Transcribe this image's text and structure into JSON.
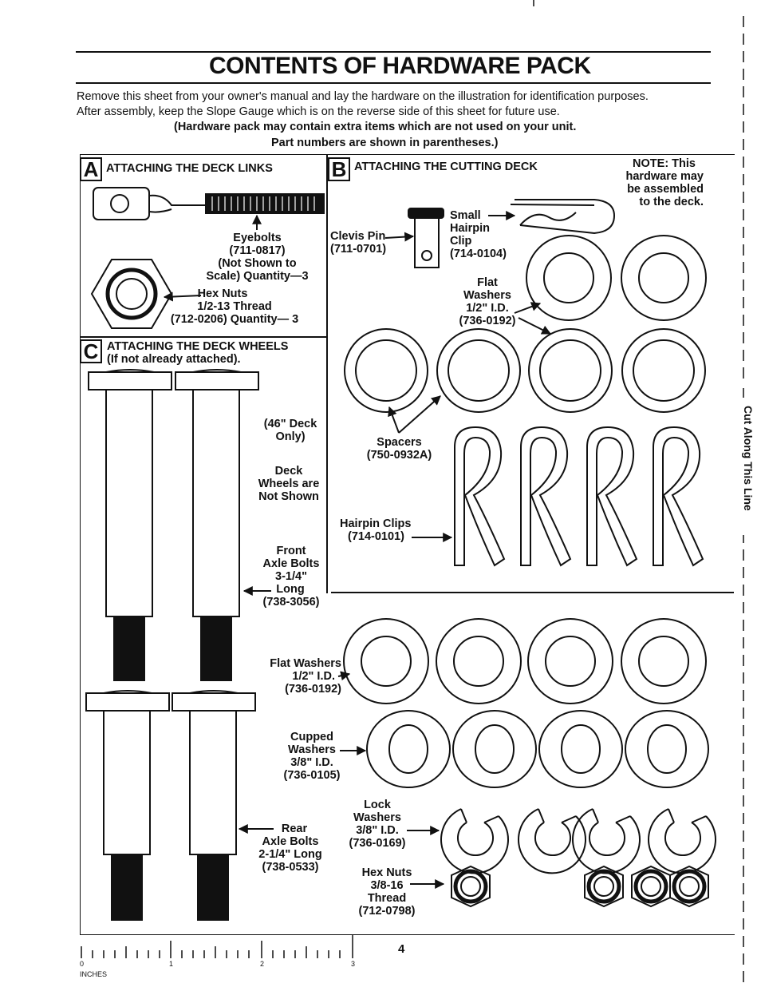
{
  "title": "CONTENTS OF HARDWARE PACK",
  "intro": {
    "line1": "Remove this sheet from your owner's manual and lay the hardware on the illustration for identification purposes.",
    "line2": "After assembly, keep the Slope Gauge which is on the reverse side of this sheet for future use.",
    "line3": "(Hardware pack may contain extra items which are not used on your unit.",
    "line4": "Part numbers are shown in parentheses.)"
  },
  "sectionA": {
    "letter": "A",
    "heading": "ATTACHING THE DECK LINKS",
    "eyebolts": {
      "l1": "Eyebolts",
      "l2": "(711-0817)",
      "l3": "(Not Shown to",
      "l4": "Scale) Quantity—3"
    },
    "hexnuts": {
      "l1": "Hex Nuts",
      "l2": "1/2-13 Thread",
      "l3": "(712-0206) Quantity— 3"
    }
  },
  "sectionB": {
    "letter": "B",
    "heading": "ATTACHING THE CUTTING DECK",
    "note": {
      "l1": "NOTE: This",
      "l2": "hardware may",
      "l3": "be assembled",
      "l4": "to the deck."
    },
    "clevis": {
      "l1": "Clevis Pin",
      "l2": "(711-0701)"
    },
    "smallclip": {
      "l1": "Small",
      "l2": "Hairpin",
      "l3": "Clip",
      "l4": "(714-0104)"
    },
    "flatwashers": {
      "l1": "Flat",
      "l2": "Washers",
      "l3": "1/2\" I.D.",
      "l4": "(736-0192)"
    },
    "spacers": {
      "l1": "Spacers",
      "l2": "(750-0932A)"
    },
    "hairpins": {
      "l1": "Hairpin Clips",
      "l2": "(714-0101)"
    }
  },
  "sectionC": {
    "letter": "C",
    "heading": "ATTACHING THE DECK WHEELS",
    "subheading": "(If not already attached).",
    "deck46": {
      "l1": "(46\" Deck",
      "l2": "Only)"
    },
    "notshown": {
      "l1": "Deck",
      "l2": "Wheels are",
      "l3": "Not Shown"
    },
    "frontaxle": {
      "l1": "Front",
      "l2": "Axle Bolts",
      "l3": "3-1/4\"",
      "l4": "Long",
      "l5": "(738-3056)"
    },
    "rearaxle": {
      "l1": "Rear",
      "l2": "Axle Bolts",
      "l3": "2-1/4\" Long",
      "l4": "(738-0533)"
    },
    "flatwashers": {
      "l1": "Flat Washers",
      "l2": "1/2\" I.D.",
      "l3": "(736-0192)"
    },
    "cupped": {
      "l1": "Cupped",
      "l2": "Washers",
      "l3": "3/8\" I.D.",
      "l4": "(736-0105)"
    },
    "lock": {
      "l1": "Lock",
      "l2": "Washers",
      "l3": "3/8\" I.D.",
      "l4": "(736-0169)"
    },
    "hexnuts": {
      "l1": "Hex Nuts",
      "l2": "3/8-16",
      "l3": "Thread",
      "l4": "(712-0798)"
    }
  },
  "ruler": {
    "t0": "0",
    "t1": "1",
    "t2": "2",
    "t3": "3",
    "unit": "INCHES"
  },
  "page_number": "4",
  "cut_line": "Cut Along This Line"
}
